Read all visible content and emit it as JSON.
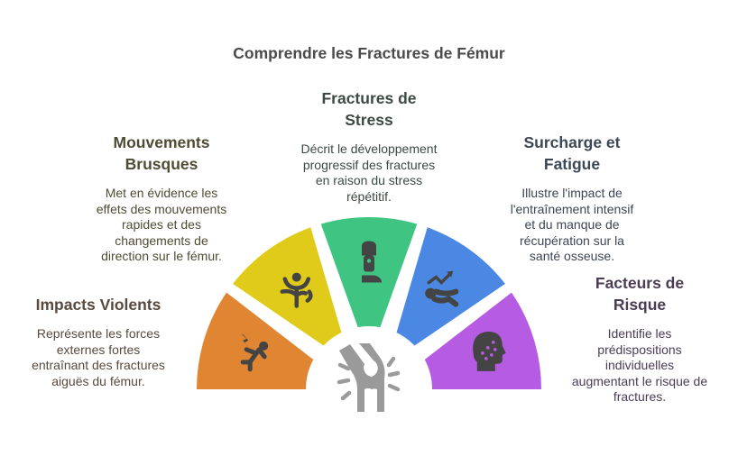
{
  "title": "Comprendre les Fractures de Fémur",
  "center": {
    "icon": "knee-joint-fracture-icon",
    "color": "#9a9a9a"
  },
  "segments": [
    {
      "id": "impacts-violents",
      "heading": "Impacts Violents",
      "description": "Représente les forces externes fortes entraînant des fractures aiguës du fémur.",
      "desc_lines": [
        "Représente les forces",
        "externes fortes",
        "entraînant des fractures",
        "aiguës du fémur."
      ],
      "color": "#e08532",
      "text_color": "#5a4a3e",
      "icon": "falling-person-lightning-icon"
    },
    {
      "id": "mouvements-brusques",
      "heading": "Mouvements Brusques",
      "heading_lines": [
        "Mouvements",
        "Brusques"
      ],
      "description": "Met en évidence les effets des mouvements rapides et des changements de direction sur le fémur.",
      "desc_lines": [
        "Met en évidence les",
        "effets des mouvements",
        "rapides et des",
        "changements de",
        "direction sur le fémur."
      ],
      "color": "#e0cb1a",
      "text_color": "#4f4b34",
      "icon": "person-sudden-movement-icon"
    },
    {
      "id": "fractures-de-stress",
      "heading": "Fractures de Stress",
      "heading_lines": [
        "Fractures de",
        "Stress"
      ],
      "description": "Décrit le développement progressif des fractures en raison du stress répétitif.",
      "desc_lines": [
        "Décrit le développement",
        "progressif des fractures",
        "en raison du stress",
        "répétitif."
      ],
      "color": "#3fc482",
      "text_color": "#3c4a43",
      "icon": "leg-brace-icon"
    },
    {
      "id": "surcharge-et-fatigue",
      "heading": "Surcharge et Fatigue",
      "heading_lines": [
        "Surcharge et",
        "Fatigue"
      ],
      "description": "Illustre l'impact de l'entraînement intensif et du manque de récupération sur la santé osseuse.",
      "desc_lines": [
        "Illustre l'impact de",
        "l'entraînement intensif",
        "et du manque de",
        "récupération sur la",
        "santé osseuse."
      ],
      "color": "#4a88e4",
      "text_color": "#3d4655",
      "icon": "exhausted-person-trend-icon"
    },
    {
      "id": "facteurs-de-risque",
      "heading": "Facteurs de Risque",
      "heading_lines": [
        "Facteurs de",
        "Risque"
      ],
      "description": "Identifie les prédispositions individuelles augmentant le risque de fractures.",
      "desc_lines": [
        "Identifie les",
        "prédispositions",
        "individuelles",
        "augmentant le risque de",
        "fractures."
      ],
      "color": "#b65ce2",
      "text_color": "#4b3c55",
      "icon": "head-profile-dots-icon"
    }
  ]
}
